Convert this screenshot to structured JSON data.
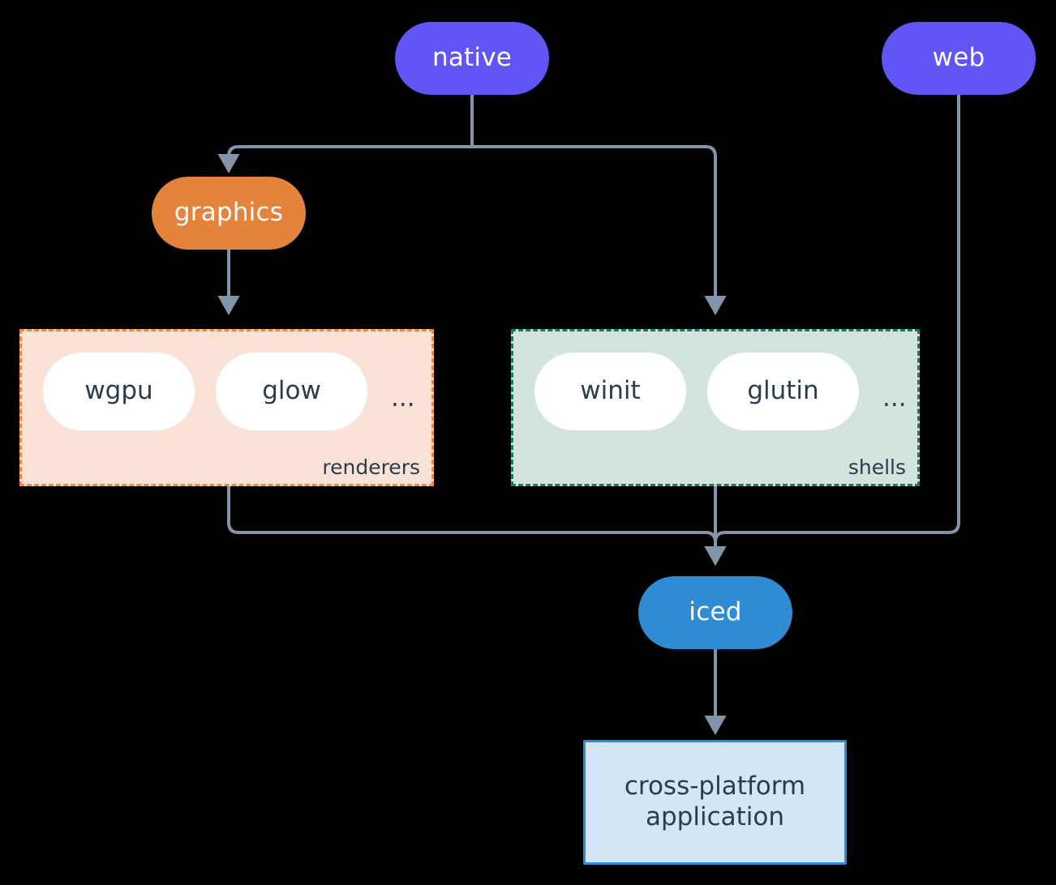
{
  "diagram": {
    "type": "flowchart",
    "background": "#000000",
    "edge_color": "#8294a8",
    "nodes": {
      "native": {
        "label": "native",
        "shape": "stadium",
        "fill": "#6155f5",
        "text_color": "#ffffff"
      },
      "web": {
        "label": "web",
        "shape": "stadium",
        "fill": "#6155f5",
        "text_color": "#ffffff"
      },
      "graphics": {
        "label": "graphics",
        "shape": "stadium",
        "fill": "#e5823c",
        "text_color": "#ffffff"
      },
      "wgpu": {
        "label": "wgpu",
        "shape": "stadium",
        "fill": "#ffffff",
        "text_color": "#2b3c4d"
      },
      "glow": {
        "label": "glow",
        "shape": "stadium",
        "fill": "#ffffff",
        "text_color": "#2b3c4d"
      },
      "winit": {
        "label": "winit",
        "shape": "stadium",
        "fill": "#ffffff",
        "text_color": "#2b3c4d"
      },
      "glutin": {
        "label": "glutin",
        "shape": "stadium",
        "fill": "#ffffff",
        "text_color": "#2b3c4d"
      },
      "iced": {
        "label": "iced",
        "shape": "stadium",
        "fill": "#2e8bd4",
        "text_color": "#ffffff"
      },
      "application": {
        "label_line1": "cross-platform",
        "label_line2": "application",
        "shape": "rectangle",
        "fill": "#d3e6f8",
        "border": "#2e8bd4",
        "text_color": "#2b3c4d"
      }
    },
    "subgraphs": {
      "renderers": {
        "label": "renderers",
        "fill": "#fae3d6",
        "border": "#ef8a3c",
        "border_style": "dashed",
        "ellipsis": "...",
        "members": [
          "wgpu",
          "glow"
        ]
      },
      "shells": {
        "label": "shells",
        "fill": "#d3e4de",
        "border": "#1b7a66",
        "border_style": "dashed",
        "ellipsis": "...",
        "members": [
          "winit",
          "glutin"
        ]
      }
    },
    "edges": [
      {
        "from": "native",
        "to": "graphics",
        "arrow": true
      },
      {
        "from": "native",
        "to": "shells",
        "arrow": true
      },
      {
        "from": "graphics",
        "to": "renderers",
        "arrow": true
      },
      {
        "from": "renderers",
        "to": "iced",
        "arrow": true
      },
      {
        "from": "shells",
        "to": "iced",
        "arrow": true
      },
      {
        "from": "web",
        "to": "iced",
        "arrow": true
      },
      {
        "from": "iced",
        "to": "application",
        "arrow": true
      }
    ]
  }
}
